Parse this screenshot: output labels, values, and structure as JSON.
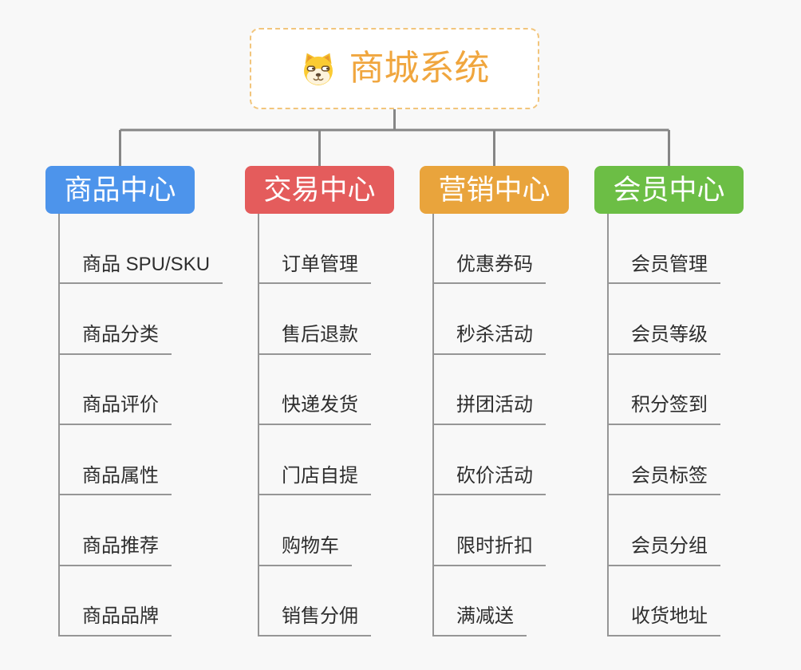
{
  "root": {
    "title": "商城系统",
    "icon": "dog-face-icon",
    "text_color": "#F0A63E",
    "border_color": "#F2C57C"
  },
  "branches": [
    {
      "label": "商品中心",
      "color": "#4D94EB",
      "children": [
        "商品 SPU/SKU",
        "商品分类",
        "商品评价",
        "商品属性",
        "商品推荐",
        "商品品牌"
      ]
    },
    {
      "label": "交易中心",
      "color": "#E45C5C",
      "children": [
        "订单管理",
        "售后退款",
        "快递发货",
        "门店自提",
        "购物车",
        "销售分佣"
      ]
    },
    {
      "label": "营销中心",
      "color": "#E9A43C",
      "children": [
        "优惠券码",
        "秒杀活动",
        "拼团活动",
        "砍价活动",
        "限时折扣",
        "满减送"
      ]
    },
    {
      "label": "会员中心",
      "color": "#6CBE45",
      "children": [
        "会员管理",
        "会员等级",
        "积分签到",
        "会员标签",
        "会员分组",
        "收货地址"
      ]
    }
  ],
  "connector_color": "#868686",
  "child_line_color": "#969696",
  "background_color": "#F8F8F8"
}
